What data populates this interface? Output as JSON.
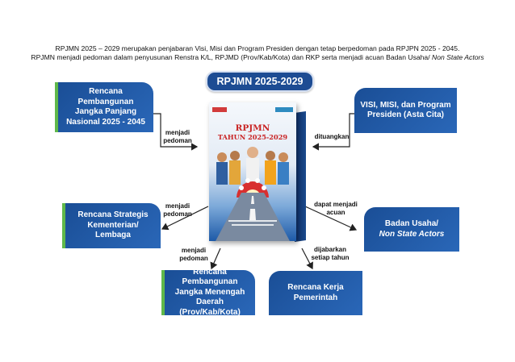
{
  "intro": {
    "line1": "RPJMN 2025 – 2029 merupakan penjabaran Visi, Misi dan Program Presiden dengan tetap berpedoman pada RPJPN 2025 - 2045.",
    "line2_main": "RPJMN menjadi pedoman dalam penyusunan Renstra K/L,  RPJMD (Prov/Kab/Kota) dan RKP serta menjadi acuan Badan Usaha/",
    "line2_italic": " Non State Actors"
  },
  "title": "RPJMN 2025-2029",
  "book": {
    "title_line1": "RPJMN",
    "title_line2": "TAHUN 2025-2029"
  },
  "boxes": {
    "rpjpn": "Rencana Pembangunan Jangka Panjang Nasional 2025 - 2045",
    "visi": "VISI, MISI, dan Program Presiden (Asta Cita)",
    "renstra": "Rencana Strategis Kementerian/ Lembaga",
    "badan_main": "Badan Usaha/",
    "badan_italic": "Non State Actors",
    "rpjmd": "Rencana Pembangunan Jangka Menengah Daerah (Prov/Kab/Kota)",
    "rkp": "Rencana Kerja Pemerintah"
  },
  "labels": {
    "rpjpn": "menjadi pedoman",
    "visi": "dituangkan",
    "renstra": "menjadi pedoman",
    "badan": "dapat menjadi acuan",
    "rpjmd": "menjadi pedoman",
    "rkp": "dijabarkan setiap tahun"
  },
  "colors": {
    "box_blue": "#1f5aa6",
    "accent_green": "#5fb84a",
    "title_blue": "#1d4c93",
    "book_red": "#c92424"
  }
}
